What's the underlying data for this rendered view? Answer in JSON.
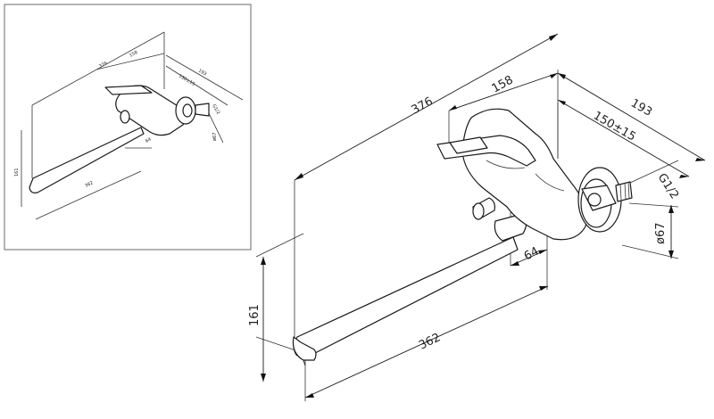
{
  "dimensions": {
    "overall_length": "376",
    "body_length": "158",
    "mount_distance": "193",
    "center_distance": "150±15",
    "thread": "G1/2",
    "flange_diameter": "ø67",
    "spout_length": "362",
    "spout_height": "161",
    "spout_offset": "64"
  }
}
